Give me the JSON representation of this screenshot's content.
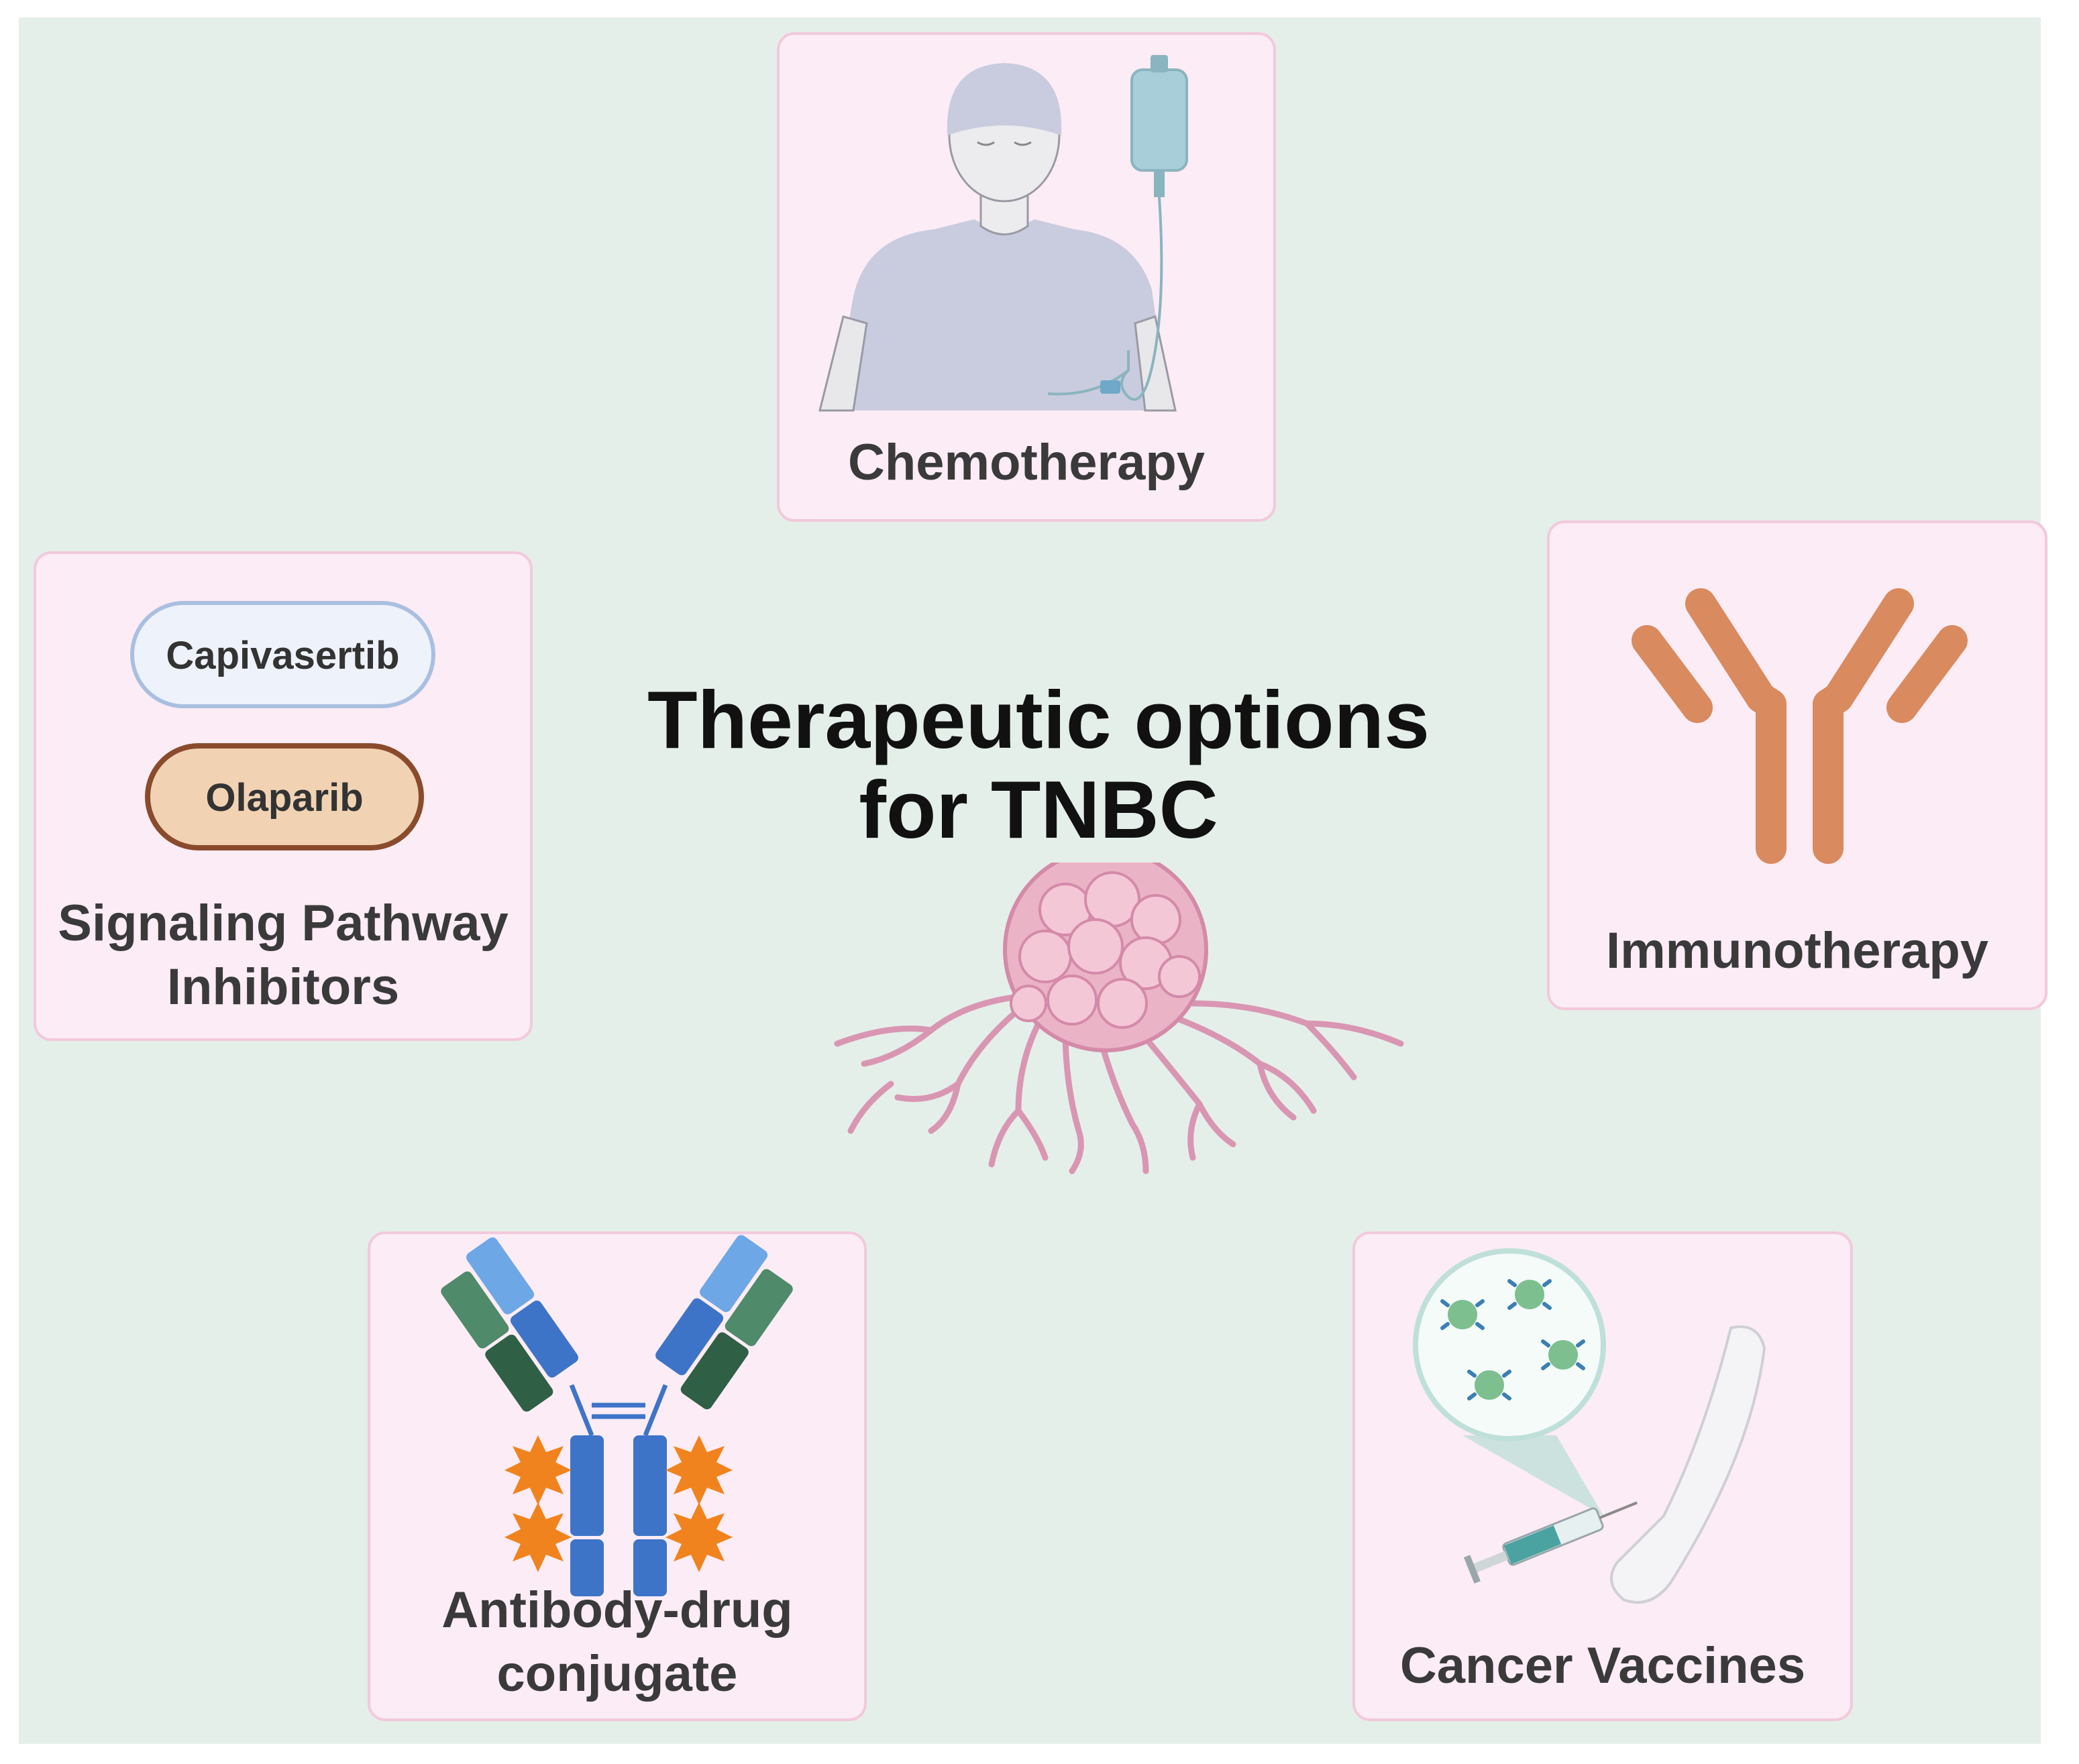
{
  "title": {
    "line1": "Therapeutic options",
    "line2": "for TNBC"
  },
  "options": {
    "chemotherapy": {
      "label": "Chemotherapy"
    },
    "immunotherapy": {
      "label": "Immunotherapy"
    },
    "signaling": {
      "label_line1": "Signaling Pathway",
      "label_line2": "Inhibitors",
      "drugs": [
        "Capivasertib",
        "Olaparib"
      ]
    },
    "adc": {
      "label_line1": "Antibody-drug",
      "label_line2": "conjugate"
    },
    "vaccines": {
      "label": "Cancer Vaccines"
    }
  },
  "colors": {
    "background": "#e5efe9",
    "card_fill": "#fcecf5",
    "card_border": "#f2c9dc",
    "antibody": "#d98a5f",
    "tumor": "#e8a3bb",
    "payload": "#f0831e"
  },
  "icons": [
    "patient-iv-icon",
    "antibody-icon",
    "antibody-drug-conjugate-icon",
    "vaccine-syringe-icon",
    "tumor-icon"
  ]
}
